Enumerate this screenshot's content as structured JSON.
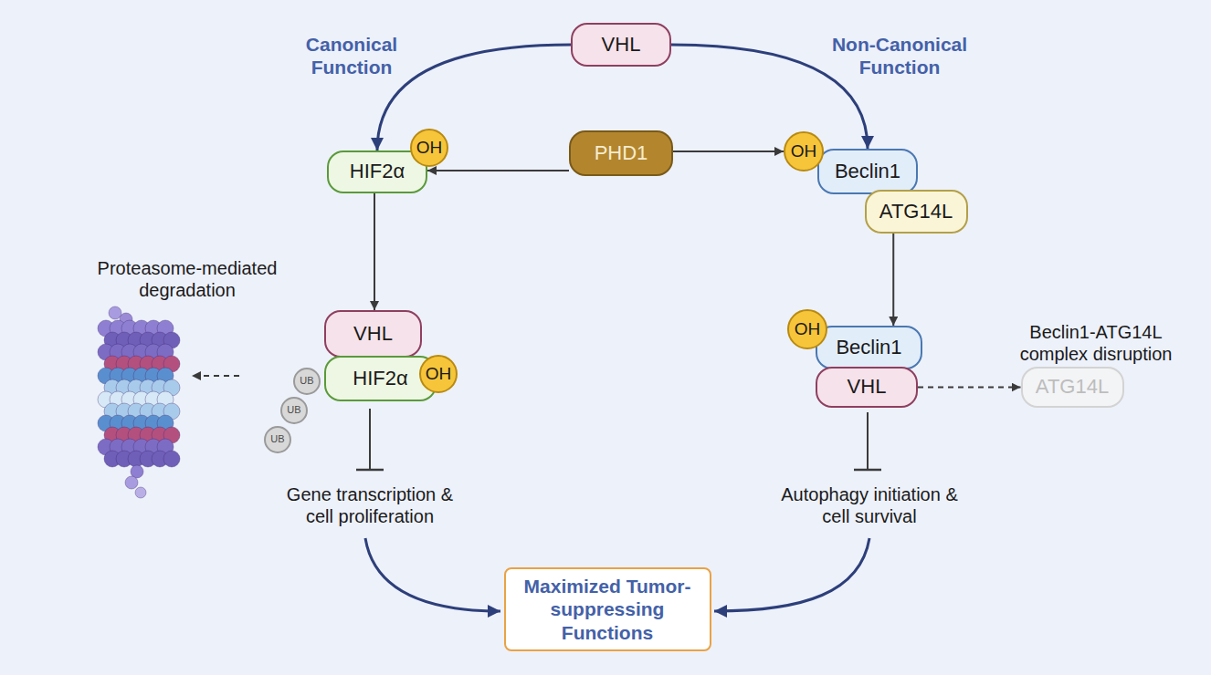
{
  "diagram": {
    "nodes": [
      {
        "text": [
          "VHL"
        ]
      },
      {
        "text": [
          "PHD1"
        ]
      },
      {
        "text": [
          "HIF2α"
        ]
      },
      {
        "text": [
          "OH"
        ]
      },
      {
        "text": [
          "Beclin1"
        ]
      },
      {
        "text": [
          "OH"
        ]
      },
      {
        "text": [
          "ATG14L"
        ]
      },
      {
        "text": [
          "VHL"
        ]
      },
      {
        "text": [
          "HIF2α"
        ]
      },
      {
        "text": [
          "OH"
        ]
      },
      {
        "text": [
          "UB"
        ]
      },
      {
        "text": [
          "UB"
        ]
      },
      {
        "text": [
          "UB"
        ]
      },
      {
        "text": [
          "OH"
        ]
      },
      {
        "text": [
          "Beclin1"
        ]
      },
      {
        "text": [
          "VHL"
        ]
      },
      {
        "text": [
          "ATG14L"
        ]
      },
      {
        "text": [
          "Maximized Tumor-suppressing Functions"
        ]
      }
    ],
    "edges": [
      {
        "from": 0,
        "to": 2,
        "arrow": "to"
      },
      {
        "from": 0,
        "to": 4,
        "arrow": "to"
      },
      {
        "from": 1,
        "to": 2,
        "arrow": "to"
      },
      {
        "from": 1,
        "to": 5,
        "arrow": "to"
      },
      {
        "from": 2,
        "to": 7,
        "arrow": "to"
      },
      {
        "from": 6,
        "to": 14,
        "arrow": "to"
      },
      {
        "from": 15,
        "to": 16,
        "arrow": "to"
      }
    ],
    "labels": [
      "Canonical Function",
      "Non-Canonical Function",
      "Proteasome-mediated degradation",
      "Beclin1-ATG14L complex disruption",
      "Gene transcription & cell proliferation",
      "Autophagy initiation & cell survival"
    ]
  }
}
